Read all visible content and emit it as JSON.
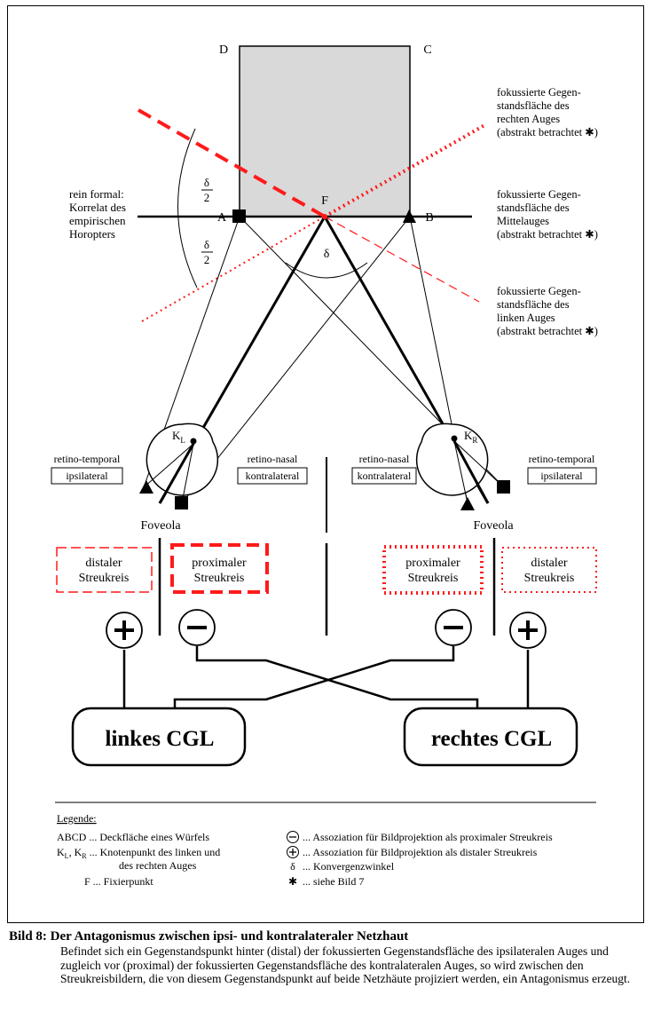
{
  "labels": {
    "corner_d": "D",
    "corner_c": "C",
    "point_a": "A",
    "point_b": "B",
    "point_f": "F",
    "delta": "δ",
    "delta_half_num": "δ",
    "delta_half_den": "2"
  },
  "left_note": [
    "rein formal:",
    "Korrelat des",
    "empirischen",
    "Horopters"
  ],
  "right_notes": {
    "right_eye": [
      "fokussierte Gegen-",
      "standsfläche des",
      "rechten Auges",
      "(abstrakt betrachtet ✱)"
    ],
    "middle_eye": [
      "fokussierte Gegen-",
      "standsfläche des",
      "Mittelauges",
      "(abstrakt betrachtet ✱)"
    ],
    "left_eye": [
      "fokussierte Gegen-",
      "standsfläche des",
      "linken Auges",
      "(abstrakt betrachtet ✱)"
    ]
  },
  "eyes": {
    "left_node": "K",
    "left_node_sub": "L",
    "right_node": "K",
    "right_node_sub": "R"
  },
  "retina": {
    "retino_temporal": "retino-temporal",
    "retino_nasal": "retino-nasal",
    "ipsilateral": "ipsilateral",
    "kontralateral": "kontralateral"
  },
  "foveola": "Foveola",
  "streukreis": {
    "distaler_1": "distaler",
    "distaler_2": "Streukreis",
    "proximaler_1": "proximaler",
    "proximaler_2": "Streukreis"
  },
  "signs": {
    "plus": "+",
    "minus": "−"
  },
  "cgl": {
    "left": "linkes CGL",
    "right": "rechtes CGL"
  },
  "legend": {
    "title": "Legende:",
    "abcd": "ABCD ... Deckfläche eines Würfels",
    "k_prefix": "K",
    "k_sub_l": "L",
    "k_sep": ", K",
    "k_sub_r": "R",
    "k_text": " ... Knotenpunkt des linken und",
    "k_text2": "des rechten Auges",
    "f": "F ... Fixierpunkt",
    "minus": "... Assoziation für Bildprojektion als proximaler Streukreis",
    "plus": "... Assoziation für Bildprojektion als distaler Streukreis",
    "delta_sym": "δ",
    "delta": "... Konvergenzwinkel",
    "star_sym": "✱",
    "star": "... siehe Bild 7"
  },
  "colors": {
    "red": "#ff1a1a",
    "square_fill": "#d9d9d9"
  },
  "caption": {
    "title": "Bild 8: Der Antagonismus zwischen ipsi- und kontralateraler Netzhaut",
    "body": "Befindet sich ein Gegenstandspunkt hinter (distal) der fokussierten Gegenstandsfläche des ipsilateralen Auges und zugleich vor (proximal) der fokussierten Gegenstandsfläche des kontralateralen Auges, so wird zwischen den Streukreisbildern, die von diesem Gegenstandspunkt auf beide Netzhäute projiziert werden, ein Antagonismus erzeugt."
  }
}
